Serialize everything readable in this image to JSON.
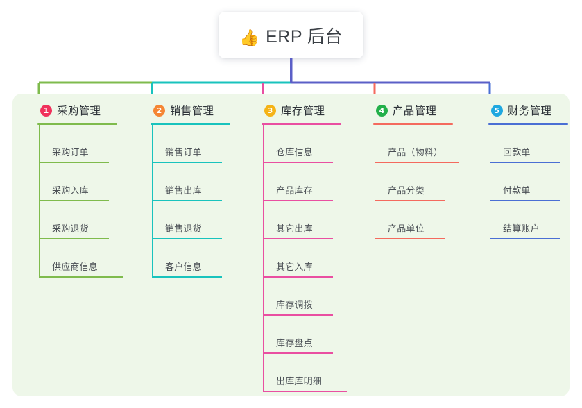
{
  "root": {
    "emoji": "👍",
    "emoji_name": "thumbs-up-icon",
    "title": "ERP 后台"
  },
  "theme": {
    "page_background": "#ffffff",
    "panel_background": "#eef7e9",
    "card_background": "#ffffff",
    "text_color": "#3a3f45",
    "trunk_color": "#5b5fc7"
  },
  "columns": [
    {
      "number": "1",
      "title": "采购管理",
      "badge_color": "#f0325c",
      "accent": "#7fbb4d",
      "items": [
        "采购订单",
        "采购入库",
        "采购退货",
        "供应商信息"
      ]
    },
    {
      "number": "2",
      "title": "销售管理",
      "badge_color": "#f58634",
      "accent": "#19c3bd",
      "items": [
        "销售订单",
        "销售出库",
        "销售退货",
        "客户信息"
      ]
    },
    {
      "number": "3",
      "title": "库存管理",
      "badge_color": "#f5b317",
      "accent": "#e94fa1",
      "items": [
        "仓库信息",
        "产品库存",
        "其它出库",
        "其它入库",
        "库存调拨",
        "库存盘点",
        "出库库明细"
      ]
    },
    {
      "number": "4",
      "title": "产品管理",
      "badge_color": "#23b04a",
      "accent": "#f46a5e",
      "items": [
        "产品（物料）",
        "产品分类",
        "产品单位"
      ]
    },
    {
      "number": "5",
      "title": "财务管理",
      "badge_color": "#1fa8e0",
      "accent": "#4a6fd4",
      "items": [
        "回款单",
        "付款单",
        "结算账户"
      ]
    }
  ]
}
